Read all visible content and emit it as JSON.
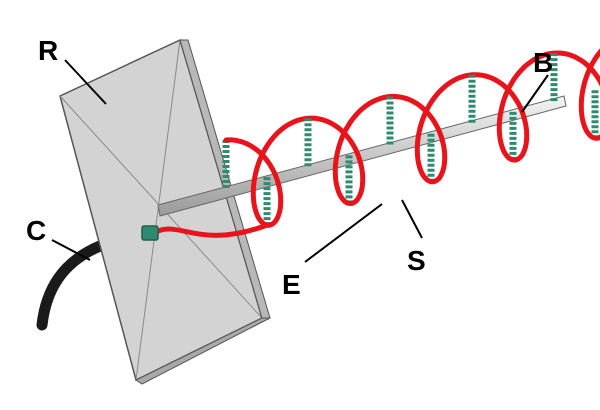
{
  "labels": {
    "reflector": "R",
    "boom": "B",
    "cable": "C",
    "element": "E",
    "spiral": "S"
  },
  "colors": {
    "reflector_face": "#d3d3d3",
    "reflector_edge": "#555555",
    "helix": "#e8131b",
    "spacer": "#2e8b70",
    "boom": "#d0d0d0",
    "cable": "#1a1a1a"
  },
  "helix": {
    "turns": 5
  }
}
